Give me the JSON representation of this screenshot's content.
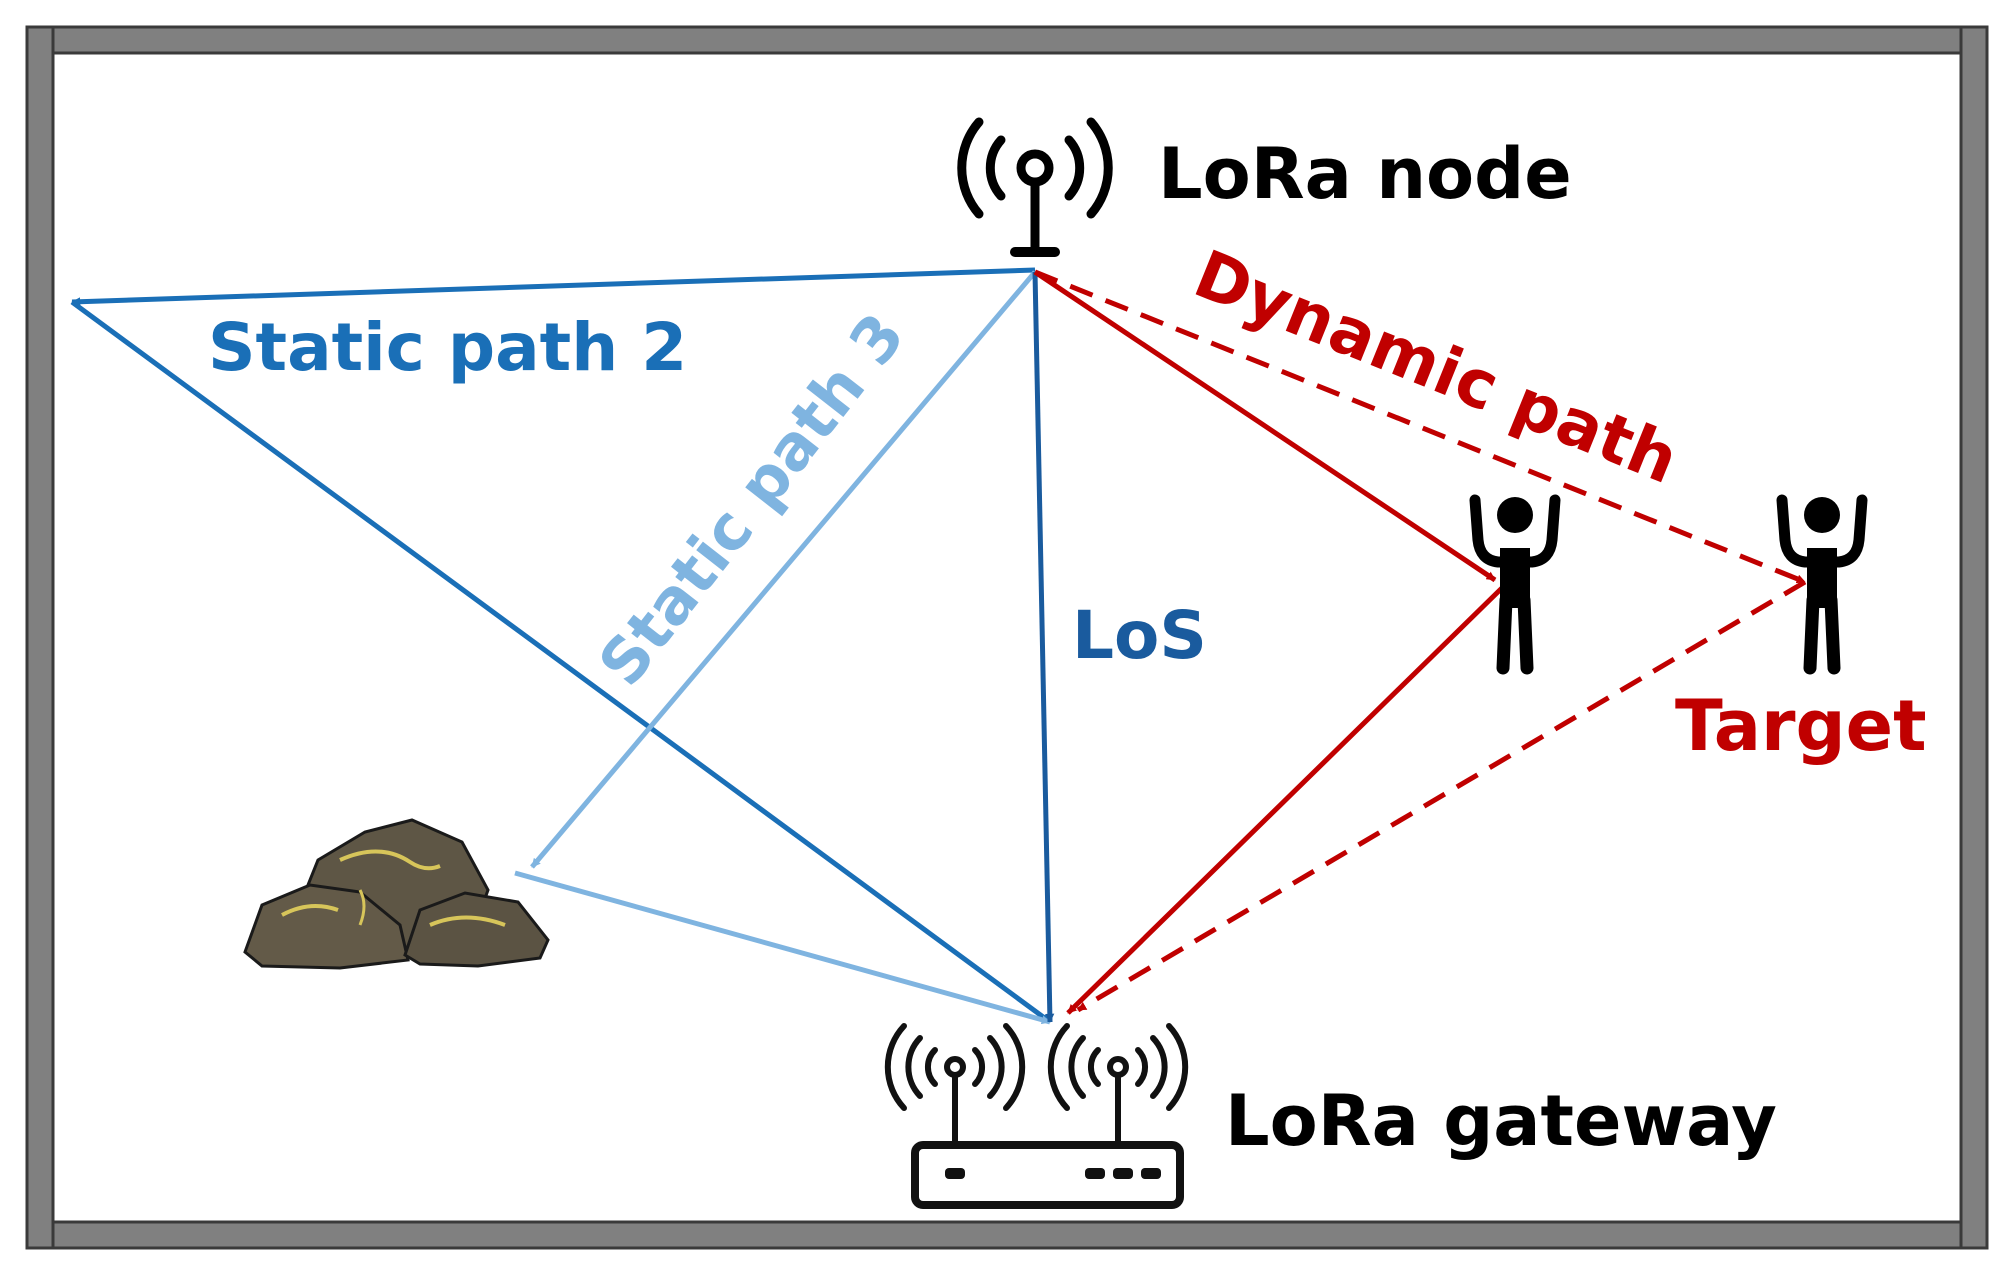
{
  "labels": {
    "lora_node": "LoRa node",
    "lora_gateway": "LoRa gateway",
    "static_path_2": "Static path 2",
    "static_path_3": "Static path 3",
    "los": "LoS",
    "dynamic_path": "Dynamic path",
    "target": "Target"
  },
  "colors": {
    "wall": "#808080",
    "wall_stroke": "#3a3a3a",
    "static_path_2": "#1a6fb7",
    "static_path_3": "#7fb4e0",
    "los": "#1a5b9e",
    "dynamic_path": "#c00000",
    "text_black": "#000000",
    "rock": "#5e5645",
    "rock_highlight": "#d7c55a"
  },
  "icons": [
    "antenna-icon",
    "person-icon",
    "rock-icon",
    "router-icon"
  ]
}
